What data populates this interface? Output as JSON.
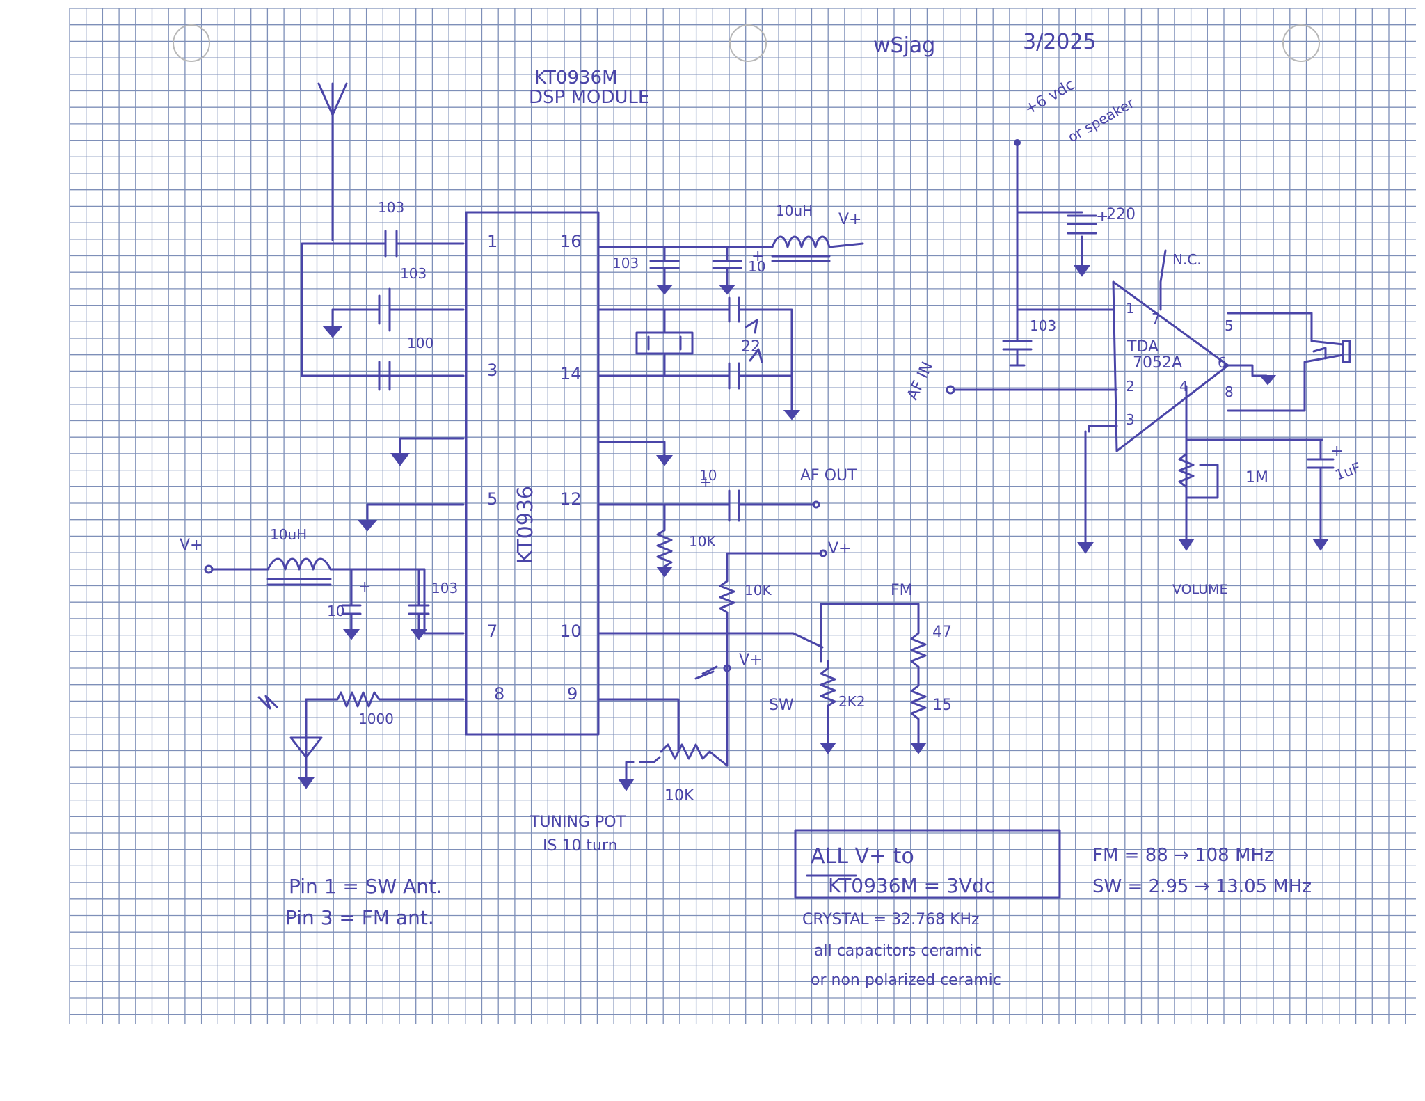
{
  "header": {
    "author": "wSjag",
    "date": "3/2025",
    "module_title_1": "KT0936M",
    "module_title_2": "DSP MODULE"
  },
  "ic_kt0936": {
    "label": "KT0936",
    "pins": [
      "1",
      "16",
      "3",
      "14",
      "5",
      "12",
      "7",
      "10",
      "8",
      "9"
    ]
  },
  "ic_amp": {
    "name_1": "TDA",
    "name_2": "7052A",
    "pins": [
      "1",
      "7",
      "2",
      "4",
      "3",
      "5",
      "6",
      "8"
    ],
    "nc": "N.C."
  },
  "parts": {
    "cap_103_a": "103",
    "cap_103_b": "103",
    "cap_100": "100",
    "cap_103_c": "103",
    "cap_10_top": "10",
    "cap_22": "22",
    "cap_10_af": "10",
    "res_10k_a": "10K",
    "res_10k_b": "10K",
    "inductor_top": "10uH",
    "inductor_left": "10uH",
    "cap_10_left": "10",
    "cap_103_left": "103",
    "res_1000": "1000",
    "res_2k2": "2K2",
    "res_47": "47",
    "res_15": "15",
    "pot_10k": "10K",
    "cap_220": "220",
    "cap_103_amp": "103",
    "pot_1m": "1M",
    "cap_1uf": "1uF"
  },
  "net_labels": {
    "vplus_top": "V+",
    "vplus_left": "V+",
    "vplus_mid": "V+",
    "vplus_sw": "V+",
    "af_out": "AF OUT",
    "fm": "FM",
    "sw": "SW",
    "supply": "+6 vdc",
    "supply_2": "or speaker",
    "af_in": "AF IN",
    "volume": "VOLUME",
    "plus": "+"
  },
  "notes": {
    "tuning_1": "TUNING POT",
    "tuning_2": "IS 10 turn",
    "pin1": "Pin 1 = SW Ant.",
    "pin3": "Pin 3 = FM ant.",
    "box_line1": "ALL V+ to",
    "box_line2": "KT0936M = 3Vdc",
    "crystal": "CRYSTAL = 32.768 KHz",
    "caps_1": "all capacitors ceramic",
    "caps_2": "or non polarized ceramic",
    "fm_range": "FM = 88 → 108 MHz",
    "sw_range": "SW = 2.95 → 13.05 MHz"
  }
}
